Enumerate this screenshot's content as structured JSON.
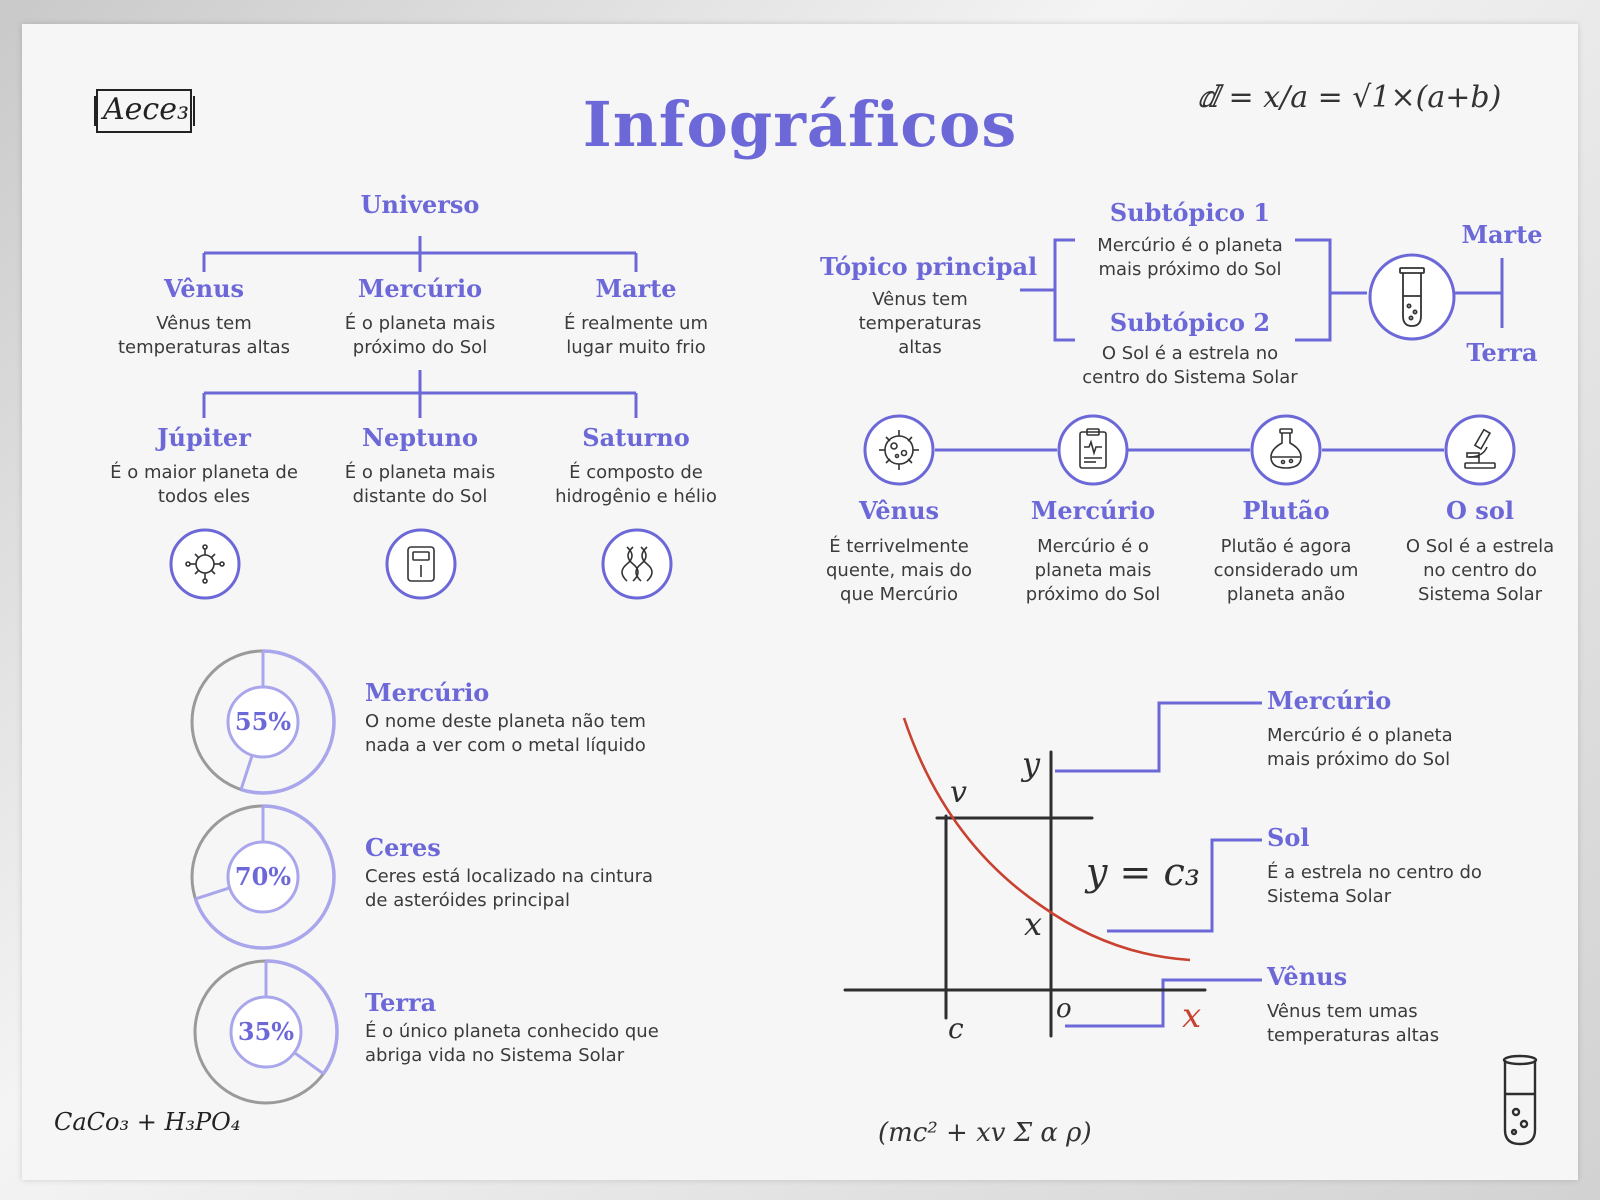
{
  "title": "Infográficos",
  "logo": "Aece₃",
  "formulas": {
    "top": "ⅆ = x/a = √1×(a+b)",
    "bottom_left": "CaCo₃ + H₃PO₄",
    "bottom_center": "(mc² + xv Σ α ρ)",
    "graph": "y = c₃"
  },
  "tree": {
    "root": "Universo",
    "row1": [
      {
        "title": "Vênus",
        "text": "Vênus tem temperaturas altas"
      },
      {
        "title": "Mercúrio",
        "text": "É o planeta mais próximo do Sol"
      },
      {
        "title": "Marte",
        "text": "É realmente um lugar muito frio"
      }
    ],
    "row2": [
      {
        "title": "Júpiter",
        "text": "É o maior planeta de todos eles",
        "icon": "virus-icon"
      },
      {
        "title": "Neptuno",
        "text": "É o planeta mais distante do Sol",
        "icon": "scale-icon"
      },
      {
        "title": "Saturno",
        "text": "É composto de hidrogênio e hélio",
        "icon": "dna-icon"
      }
    ]
  },
  "topic_map": {
    "main_title": "Tópico principal",
    "main_text": "Vênus tem temperaturas altas",
    "sub1_title": "Subtópico 1",
    "sub1_text": "Mercúrio é o planeta mais próximo do Sol",
    "sub2_title": "Subtópico 2",
    "sub2_text": "O Sol é a estrela no centro do Sistema Solar",
    "right_top": "Marte",
    "right_bottom": "Terra",
    "icon": "test-tube-icon"
  },
  "timeline": [
    {
      "title": "Vênus",
      "text": "É terrivelmente quente, mais do que Mercúrio",
      "icon": "bacteria-icon"
    },
    {
      "title": "Mercúrio",
      "text": "Mercúrio é o planeta mais próximo do Sol",
      "icon": "clipboard-icon"
    },
    {
      "title": "Plutão",
      "text": "Plutão é agora considerado um planeta anão",
      "icon": "flask-icon"
    },
    {
      "title": "O sol",
      "text": "O Sol é a estrela no centro do Sistema Solar",
      "icon": "microscope-icon"
    }
  ],
  "donuts": [
    {
      "value": 55,
      "label": "55%",
      "title": "Mercúrio",
      "text": "O nome deste planeta não tem nada a ver com o metal líquido"
    },
    {
      "value": 70,
      "label": "70%",
      "title": "Ceres",
      "text": "Ceres está localizado na cintura de asteróides principal"
    },
    {
      "value": 35,
      "label": "35%",
      "title": "Terra",
      "text": "É o único planeta conhecido que abriga vida no Sistema Solar"
    }
  ],
  "graph_labels": {
    "y": "y",
    "v": "v",
    "x": "x",
    "c": "c",
    "o": "o",
    "x_red": "x"
  },
  "graph_callouts": [
    {
      "title": "Mercúrio",
      "text": "Mercúrio é o planeta mais próximo do Sol"
    },
    {
      "title": "Sol",
      "text": "É a estrela no centro do Sistema Solar"
    },
    {
      "title": "Vênus",
      "text": "Vênus tem umas temperaturas altas"
    }
  ],
  "colors": {
    "accent": "#6c68d8",
    "accent_light": "#a9a6ec",
    "grey": "#9a9a9a",
    "text": "#3b3b3b",
    "red": "#c9412f"
  }
}
